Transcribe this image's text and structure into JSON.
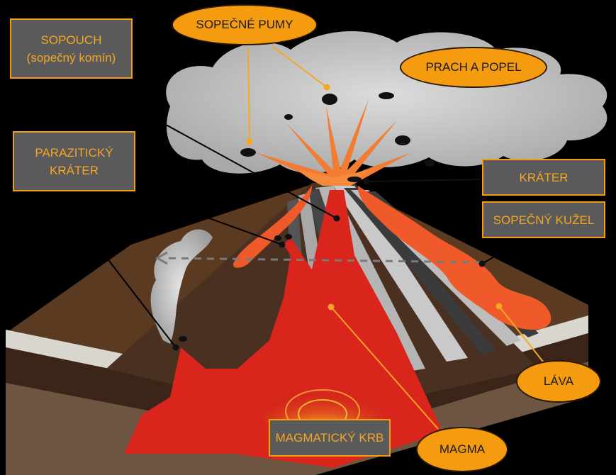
{
  "labels": {
    "sopouch": {
      "line1": "SOPOUCH",
      "line2": "(sopečný komín)"
    },
    "sopecne_pumy": "SOPEČNÉ PUMY",
    "prach_a_popel": "PRACH A POPEL",
    "parazitickey_krater": {
      "line1": "PARAZITICKÝ",
      "line2": "KRÁTER"
    },
    "krater": "KRÁTER",
    "sopecny_kuzel": "SOPEČNÝ KUŽEL",
    "lava": "LÁVA",
    "magmaticky_krb": "MAGMATICKÝ KRB",
    "magma": "MAGMA"
  },
  "colors": {
    "box_fill": "#5a5a5a",
    "box_border": "#f39c12",
    "box_text": "#f5a623",
    "oval_fill": "#f59b0f",
    "magma": "#d9251c",
    "lava": "#f05a2a",
    "ground_brown": "#5b3a22",
    "cloud": "#c8c8c8"
  }
}
